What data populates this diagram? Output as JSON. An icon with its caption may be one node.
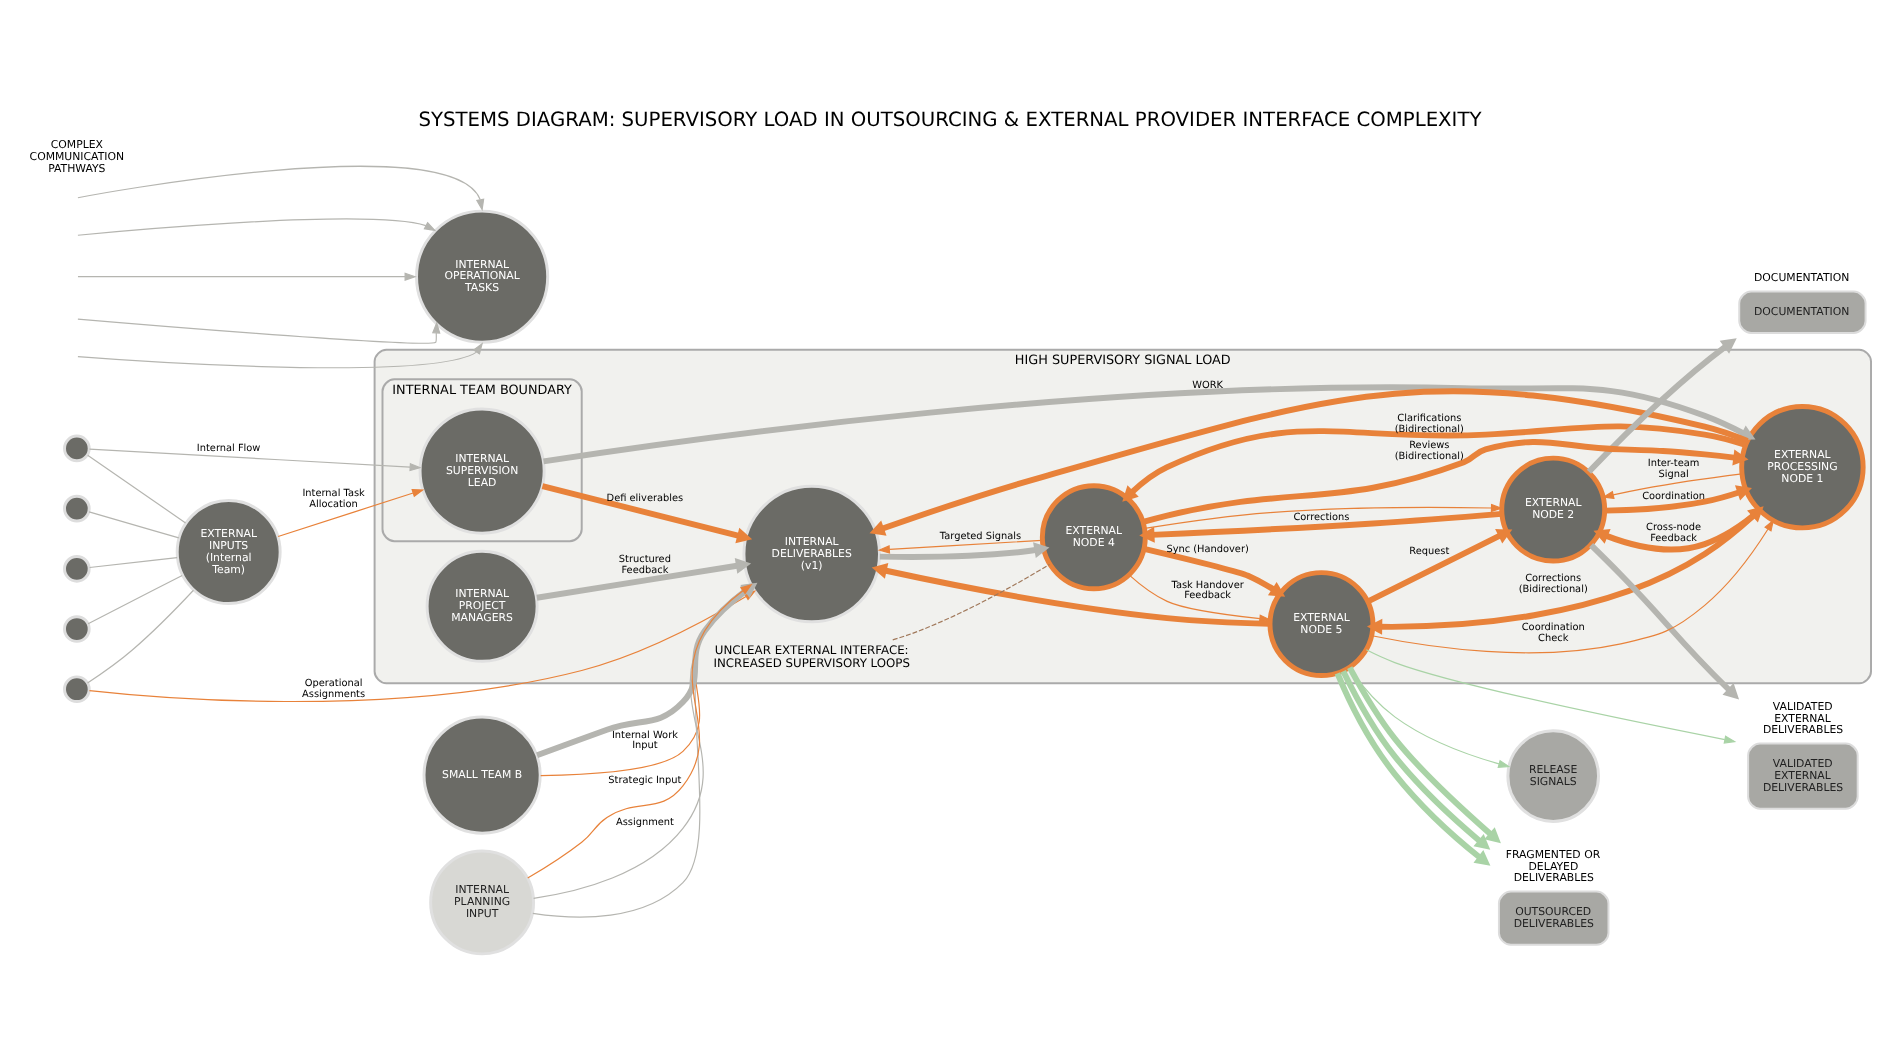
{
  "diagram": {
    "title": "SYSTEMS DIAGRAM: SUPERVISORY LOAD IN OUTSOURCING & EXTERNAL PROVIDER INTERFACE COMPLEXITY",
    "nodes": [
      {
        "text": [
          "HIGH SUPERVISORY SIGNAL LOAD"
        ]
      },
      {
        "text": [
          "INTERNAL TEAM BOUNDARY"
        ],
        "in": 0
      },
      {
        "text": [
          "INTERNAL SUPERVISION LEAD"
        ],
        "in": 1
      },
      {
        "text": [
          "EXTERNAL INPUTS",
          "(Internal Team)"
        ]
      },
      {
        "text": [],
        "shape": "circle"
      },
      {
        "text": [],
        "shape": "circle"
      },
      {
        "text": [],
        "shape": "circle"
      },
      {
        "text": [],
        "shape": "circle"
      },
      {
        "text": [],
        "shape": "circle"
      },
      {
        "text": [
          "INTERNAL OPERATIONAL TASKS"
        ]
      },
      {
        "text": [
          "INTERNAL PROJECT MANAGERS"
        ],
        "in": 0
      },
      {
        "text": [
          "SMALL TEAM B"
        ]
      },
      {
        "text": [
          "INTERNAL PLANNING INPUT"
        ]
      },
      {
        "text": [
          "INTERNAL DELIVERABLES (v1)"
        ],
        "in": 0
      },
      {
        "text": [
          "EXTERNAL PROCESSING NODE 1"
        ],
        "in": 0
      },
      {
        "text": [
          "EXTERNAL NODE 2"
        ],
        "in": 0
      },
      {
        "text": [
          "EXTERNAL NODE 4"
        ],
        "in": 0
      },
      {
        "text": [
          "EXTERNAL NODE 5"
        ],
        "in": 0
      },
      {
        "text": [
          "VALIDATED EXTERNAL DELIVERABLES",
          "VALIDATED EXTERNAL DELIVERABLES"
        ]
      },
      {
        "text": [
          "DOCUMENTATION",
          "DOCUMENTATION"
        ]
      },
      {
        "text": [
          "RELEASE SIGNALS"
        ]
      },
      {
        "text": [
          "FRAGMENTED OR DELAYED DELIVERABLES",
          "OUTSOURCED DELIVERABLES"
        ]
      },
      {
        "text": [
          "UNCLEAR EXTERNAL INTERFACE: INCREASED SUPERVISORY LOOPS"
        ],
        "in": 0
      }
    ],
    "edges": [
      {
        "from": 4,
        "to": 3,
        "arrow": "none",
        "color": "#b5b5b0"
      },
      {
        "from": 5,
        "to": 3,
        "arrow": "none",
        "color": "#b5b5b0"
      },
      {
        "from": 6,
        "to": 3,
        "arrow": "none",
        "color": "#b5b5b0"
      },
      {
        "from": 7,
        "to": 3,
        "arrow": "none",
        "color": "#b5b5b0"
      },
      {
        "from": 8,
        "to": 3,
        "arrow": "none",
        "color": "#b5b5b0"
      },
      {
        "from": 4,
        "to": 2,
        "label": "Internal Flow",
        "arrow": "to",
        "color": "#b5b5b0"
      },
      {
        "from": 3,
        "to": 2,
        "label": "Internal Task Allocation",
        "arrow": "to",
        "color": "#e8823a"
      },
      {
        "from": 8,
        "to": 13,
        "label": "Operational Assignments",
        "arrow": "to",
        "color": "#e8823a"
      },
      {
        "from": null,
        "to": 9,
        "arrow": "to",
        "color": "#b5b5b0"
      },
      {
        "from": null,
        "to": 9,
        "arrow": "to",
        "color": "#b5b5b0"
      },
      {
        "from": null,
        "to": 9,
        "arrow": "to",
        "color": "#b5b5b0"
      },
      {
        "from": null,
        "to": 9,
        "arrow": "to",
        "color": "#b5b5b0"
      },
      {
        "from": null,
        "to": 9,
        "arrow": "to",
        "color": "#b5b5b0"
      },
      {
        "from": 10,
        "to": 13,
        "label": "Structured Feedback",
        "arrow": "to",
        "style": "thick",
        "color": "#b5b5b0"
      },
      {
        "from": 11,
        "to": 13,
        "label": "Internal Work Input",
        "arrow": "to",
        "color": "#e8823a"
      },
      {
        "from": 11,
        "to": 13,
        "arrow": "to",
        "style": "thick",
        "color": "#b5b5b0"
      },
      {
        "from": 12,
        "to": 13,
        "label": "Assignment",
        "arrow": "to",
        "color": "#b5b5b0"
      },
      {
        "from": 12,
        "to": 13,
        "arrow": "to",
        "color": "#b5b5b0"
      },
      {
        "from": 12,
        "to": 13,
        "label": "Strategic Input",
        "arrow": "to",
        "color": "#e8823a"
      },
      {
        "from": 2,
        "to": 13,
        "label": "Defi eliverables",
        "arrow": "to",
        "style": "thick",
        "color": "#e8823a"
      },
      {
        "from": 2,
        "to": 14,
        "label": "WORK",
        "arrow": "to",
        "style": "thick",
        "color": "#b5b5b0"
      },
      {
        "from": 14,
        "to": 13,
        "arrow": "to",
        "style": "thick",
        "color": "#e8823a"
      },
      {
        "from": 14,
        "to": 15,
        "label": "Inter-team Signal",
        "arrow": "to",
        "color": "#e8823a"
      },
      {
        "from": 14,
        "to": 15,
        "label": "Cross-node Feedback",
        "arrow": "to",
        "style": "thick",
        "color": "#e8823a"
      },
      {
        "from": 15,
        "to": 14,
        "label": "Coordination",
        "arrow": "to",
        "style": "thick",
        "color": "#e8823a"
      },
      {
        "from": 14,
        "to": 16,
        "label": "Clarifications (Bidirectional)",
        "arrow": "to",
        "style": "thick",
        "color": "#e8823a"
      },
      {
        "from": 16,
        "to": 14,
        "label": "Reviews (Bidirectional)",
        "arrow": "to",
        "style": "thick",
        "color": "#e8823a"
      },
      {
        "from": 17,
        "to": 14,
        "label": "Coordination Check",
        "arrow": "to",
        "color": "#e8823a"
      },
      {
        "from": 14,
        "to": 17,
        "label": "Corrections (Bidirectional)",
        "arrow": "both",
        "style": "thick",
        "color": "#e8823a"
      },
      {
        "from": 15,
        "to": 16,
        "label": "Corrections",
        "arrow": "to",
        "style": "thick",
        "color": "#e8823a"
      },
      {
        "from": 16,
        "to": 15,
        "arrow": "to",
        "color": "#e8823a"
      },
      {
        "from": 17,
        "to": 15,
        "label": "Request",
        "arrow": "to",
        "style": "thick",
        "color": "#e8823a"
      },
      {
        "from": 16,
        "to": 17,
        "label": "Sync (Handover)",
        "arrow": "to",
        "style": "thick",
        "color": "#e8823a"
      },
      {
        "from": 16,
        "to": 17,
        "label": "Task Handover Feedback",
        "arrow": "to",
        "color": "#e8823a"
      },
      {
        "from": 13,
        "to": 16,
        "arrow": "to",
        "style": "thick",
        "color": "#b5b5b0"
      },
      {
        "from": 16,
        "to": 13,
        "label": "Targeted Signals",
        "arrow": "to",
        "color": "#e8823a"
      },
      {
        "from": 17,
        "to": 13,
        "arrow": "to",
        "style": "thick",
        "color": "#e8823a"
      },
      {
        "from": 22,
        "to": 16,
        "arrow": "none",
        "style": "dashed",
        "color": "#a0785a"
      },
      {
        "from": 15,
        "to": 18,
        "arrow": "to",
        "style": "thick",
        "color": "#b5b5b0"
      },
      {
        "from": 15,
        "to": 19,
        "arrow": "to",
        "style": "thick",
        "color": "#b5b5b0"
      },
      {
        "from": 17,
        "to": 18,
        "arrow": "to",
        "color": "#a9d3a6"
      },
      {
        "from": 17,
        "to": 20,
        "arrow": "to",
        "color": "#a9d3a6"
      },
      {
        "from": 17,
        "to": 21,
        "arrow": "to",
        "style": "thick",
        "color": "#a9d3a6"
      },
      {
        "from": 17,
        "to": 21,
        "arrow": "to",
        "style": "thick",
        "color": "#a9d3a6"
      },
      {
        "from": 17,
        "to": 21,
        "arrow": "to",
        "style": "thick",
        "color": "#a9d3a6"
      }
    ],
    "labels": [
      "COMPLEX COMMUNICATION PATHWAYS"
    ]
  }
}
